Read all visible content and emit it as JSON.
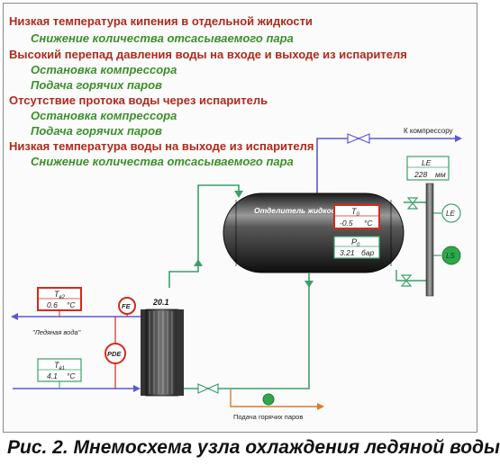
{
  "alarms": [
    {
      "condition": "Низкая температура кипения в отдельной жидкости",
      "actions": [
        "Снижение количества отсасываемого пара"
      ]
    },
    {
      "condition": "Высокий перепад давления воды на входе и выходе из испарителя",
      "actions": [
        "Остановка компрессора",
        "Подача горячих паров"
      ]
    },
    {
      "condition": "Отсутствие протока воды через испаритель",
      "actions": [
        "Остановка компрессора",
        "Подача горячих паров"
      ]
    },
    {
      "condition": "Низкая температура воды на выходе из испарителя",
      "actions": [
        "Снижение количества отсасываемого пара"
      ]
    }
  ],
  "separator_label": "Отделитель жидкости",
  "evaporator_label": "20.1",
  "to_compressor": "К компрессору",
  "ice_water": "\"Ледяная вода\"",
  "hot_vapor_supply": "Подача горячих паров",
  "instruments": {
    "T0": {
      "symbol": "T",
      "sub": "0",
      "value": "-0.5",
      "unit": "°C"
    },
    "P0": {
      "symbol": "P",
      "sub": "0",
      "value": "3.21",
      "unit": "бар"
    },
    "LE_box": {
      "label": "LE",
      "value": "228",
      "unit": "мм"
    },
    "Tw2": {
      "symbol": "T",
      "sub": "в2",
      "value": "0.6",
      "unit": "°C"
    },
    "Tw1": {
      "symbol": "T",
      "sub": "в1",
      "value": "4.1",
      "unit": "°C"
    },
    "FE": "FE",
    "PDE": "PDE",
    "LE_circle": "LE",
    "LS_circle": "LS"
  },
  "colors": {
    "alarm_red": "#b02a1c",
    "action_green": "#3b8f2a",
    "water_blue": "#5a5ad0",
    "liquid_green": "#3aa06a",
    "hot_orange": "#e07a28",
    "instrument_red": "#d42a1a"
  },
  "caption": "Рис. 2. Мнемосхема узла охлаждения ледяной воды"
}
